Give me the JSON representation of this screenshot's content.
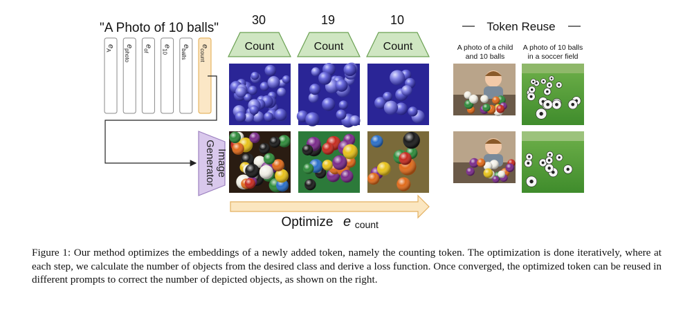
{
  "figure": {
    "prompt": "\"A Photo of 10 balls\"",
    "tokens": [
      {
        "base": "e",
        "sub": "A"
      },
      {
        "base": "e",
        "sub": "photo"
      },
      {
        "base": "e",
        "sub": "of"
      },
      {
        "base": "e",
        "sub": "10"
      },
      {
        "base": "e",
        "sub": "balls"
      },
      {
        "base": "e",
        "sub": "count"
      }
    ],
    "generator_label_line1": "Image",
    "generator_label_line2": "Generator",
    "count_values": [
      "30",
      "19",
      "10"
    ],
    "count_label": "Count",
    "optimize_label": "Optimize",
    "optimize_token_base": "e",
    "optimize_token_sub": "count",
    "reuse_title": "Token Reuse",
    "reuse_prompts": [
      {
        "line1": "A photo of a child",
        "line2": "and 10 balls"
      },
      {
        "line1": "A photo of 10 balls",
        "line2": "in a soccer field"
      }
    ],
    "colors": {
      "count_fill": "#cfe6c2",
      "count_stroke": "#6aa052",
      "generator_fill": "#d9c8ec",
      "generator_stroke": "#9b7fbf",
      "token_active_fill": "#fbe7c6",
      "token_active_stroke": "#e0a84a",
      "arrow_fill": "#fbe6c0",
      "arrow_stroke": "#e3b060"
    }
  },
  "caption": "Figure 1: Our method optimizes the embeddings of a newly added token, namely the counting token. The optimization is done iteratively, where at each step, we calculate the number of objects from the desired class and derive a loss function. Once converged, the optimized token can be reused in different prompts to correct the number of depicted objects, as shown on the right."
}
